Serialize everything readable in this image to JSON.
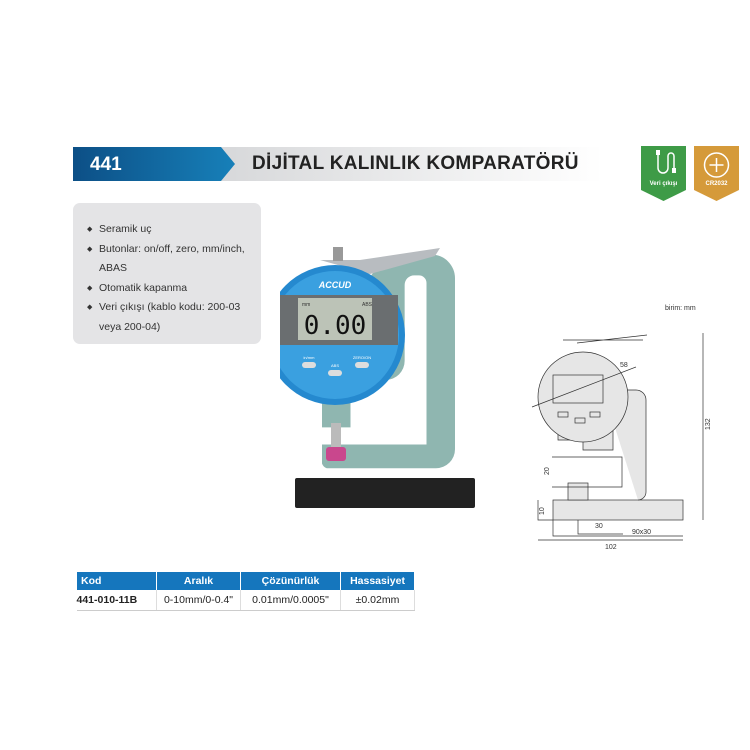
{
  "header": {
    "code": "441",
    "title": "DİJİTAL KALINLIK KOMPARATÖRÜ"
  },
  "badges": [
    {
      "label": "Veri çıkışı",
      "icon": "cable-icon",
      "color": "#3e9b47"
    },
    {
      "label": "CR2032",
      "icon": "battery-icon",
      "color": "#d59a3a"
    }
  ],
  "features": [
    "Seramik uç",
    "Butonlar: on/off, zero, mm/inch, ABAS",
    "Otomatik kapanma",
    "Veri çıkışı (kablo kodu: 200-03 veya 200-04)"
  ],
  "product": {
    "brand": "ACCUD",
    "display": "0.00",
    "unit": "mm",
    "mode": "ABS",
    "buttons": [
      "in/mm",
      "ABS",
      "ZERO/ON"
    ]
  },
  "drawing": {
    "unit_label": "birim: mm",
    "dims": {
      "dial": "58",
      "height": "132",
      "gap": "20",
      "base_h": "10",
      "anvil": "30",
      "base": "90x30",
      "width": "102"
    }
  },
  "table": {
    "headers": [
      "Kod",
      "Aralık",
      "Çözünürlük",
      "Hassasiyet"
    ],
    "rows": [
      [
        "441-010-11B",
        "0-10mm/0-0.4\"",
        "0.01mm/0.0005\"",
        "±0.02mm"
      ]
    ]
  }
}
